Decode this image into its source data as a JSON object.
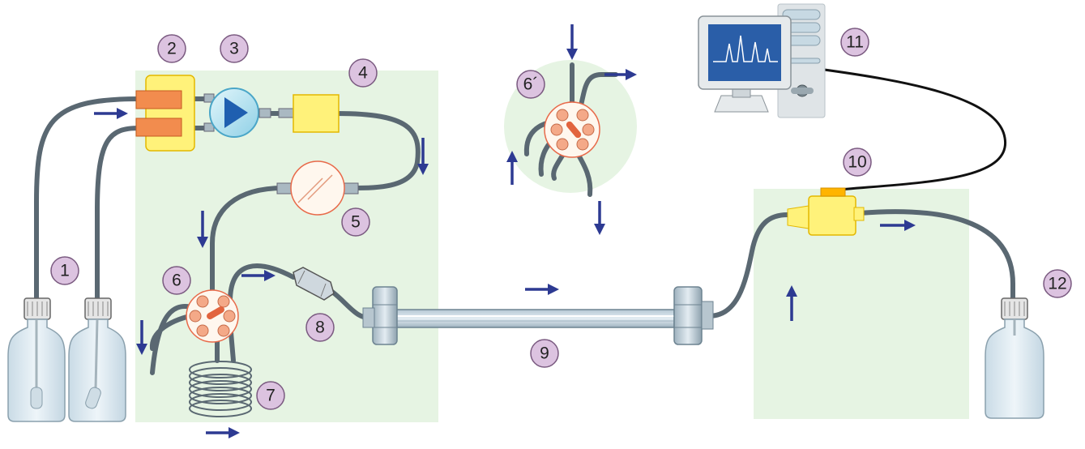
{
  "colors": {
    "panel": "#e6f4e3",
    "tube": "#5a6872",
    "arrow": "#2d3a92",
    "label_fill": "#dcc3e0",
    "pump": "#1f5fb0",
    "valve": "#e86a4a",
    "detector": "#fff27a",
    "filter_block": "#f28c4e"
  },
  "labels": {
    "n1": "1",
    "n2": "2",
    "n3": "3",
    "n4": "4",
    "n5": "5",
    "n6": "6",
    "n6p": "6´",
    "n7": "7",
    "n8": "8",
    "n9": "9",
    "n10": "10",
    "n11": "11",
    "n12": "12"
  },
  "icons": {
    "bottle": "solvent-bottle-icon",
    "pump": "pump-icon",
    "computer": "computer-icon",
    "injector": "injection-valve-icon",
    "column": "column-icon",
    "detector": "detector-icon"
  }
}
